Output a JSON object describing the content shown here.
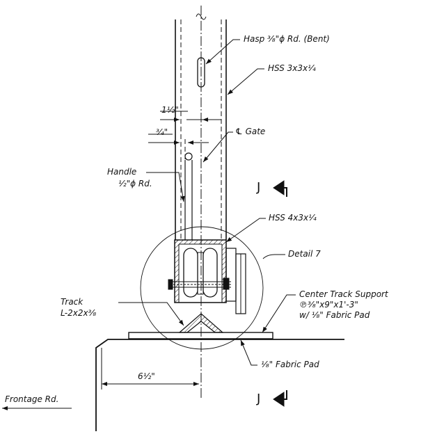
{
  "labels": {
    "hasp": "Hasp ³⁄₈\"ϕ Rd. (Bent)",
    "hss_post": "HSS 3x3x¹⁄₄",
    "dim_1_half": "1¹⁄₂\"",
    "dim_3_4": "³⁄₄\"",
    "gate": "℄ Gate",
    "handle_line1": "Handle",
    "handle_line2": "¹⁄₂\"ϕ Rd.",
    "hss_beam": "HSS 4x3x¹⁄₄",
    "detail": "Detail 7",
    "track_line1": "Track",
    "track_line2": "L-2x2x³⁄₈",
    "support_line1": "Center Track Support",
    "support_line2": "℗³⁄₈\"x9\"x1'-3\"",
    "support_line3": "w/ ¹⁄₈\" Fabric Pad",
    "fabric_pad": "¹⁄₈\" Fabric Pad",
    "dim_6_half": "6¹⁄₂\"",
    "frontage": "Frontage Rd.",
    "section_top": "J",
    "section_bottom": "J"
  },
  "colors": {
    "ink": "#111111",
    "background": "#ffffff"
  }
}
